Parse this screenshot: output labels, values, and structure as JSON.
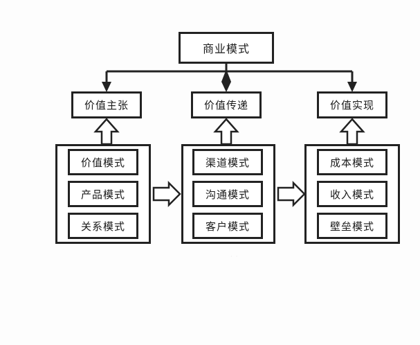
{
  "diagram": {
    "title": "商业模式",
    "root": {
      "label": "商业模式"
    },
    "stages": [
      {
        "id": "value-proposition",
        "label": "价值主张"
      },
      {
        "id": "value-delivery",
        "label": "价值传递"
      },
      {
        "id": "value-realization",
        "label": "价值实现"
      }
    ],
    "groups": [
      {
        "id": "value-proposition-group",
        "items": [
          {
            "label": "价值模式"
          },
          {
            "label": "产品模式"
          },
          {
            "label": "关系模式"
          }
        ]
      },
      {
        "id": "value-delivery-group",
        "items": [
          {
            "label": "渠道模式"
          },
          {
            "label": "沟通模式"
          },
          {
            "label": "客户模式"
          }
        ]
      },
      {
        "id": "value-realization-group",
        "items": [
          {
            "label": "成本模式"
          },
          {
            "label": "收入模式"
          },
          {
            "label": "壁垒模式"
          }
        ]
      }
    ],
    "connectors": {
      "root_to_stages": "solid-arrow-down",
      "group_to_stage": "hollow-block-arrow-up",
      "group_to_group": "hollow-block-arrow-right"
    },
    "colors": {
      "stroke": "#222222",
      "fill": "#ffffff",
      "background": "#fdfdfd",
      "text": "#1a1a1a"
    },
    "watermark": "· ·"
  }
}
